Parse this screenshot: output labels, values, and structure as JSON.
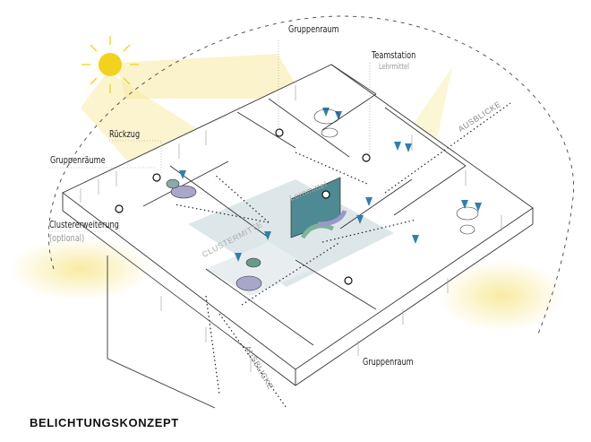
{
  "labels": {
    "gruppenraum_top": "Gruppenraum",
    "teamstation": "Teamstation",
    "lehrmittel": "Lehrmittel",
    "rueckzug": "Rückzug",
    "gruppenraeume": "Gruppenräume",
    "clustererweiterung": "Clustererweiterung",
    "optional": "(optional)",
    "ausblicke_right": "AUSBLICKE",
    "ausblicke_bottom": "AUSBLICKE",
    "lernmittel": "Lernmittel",
    "clustermitte": "CLUSTERMITTE",
    "gruppenraum_bottom": "Gruppenraum"
  },
  "title": "BELICHTUNGSKONZEPT",
  "colors": {
    "sun": "#f2d21c",
    "light": "#f7eaa0",
    "glass": "#b9cfd6",
    "furniture": "#2f7fb0",
    "shelf": "#4d8a94"
  }
}
